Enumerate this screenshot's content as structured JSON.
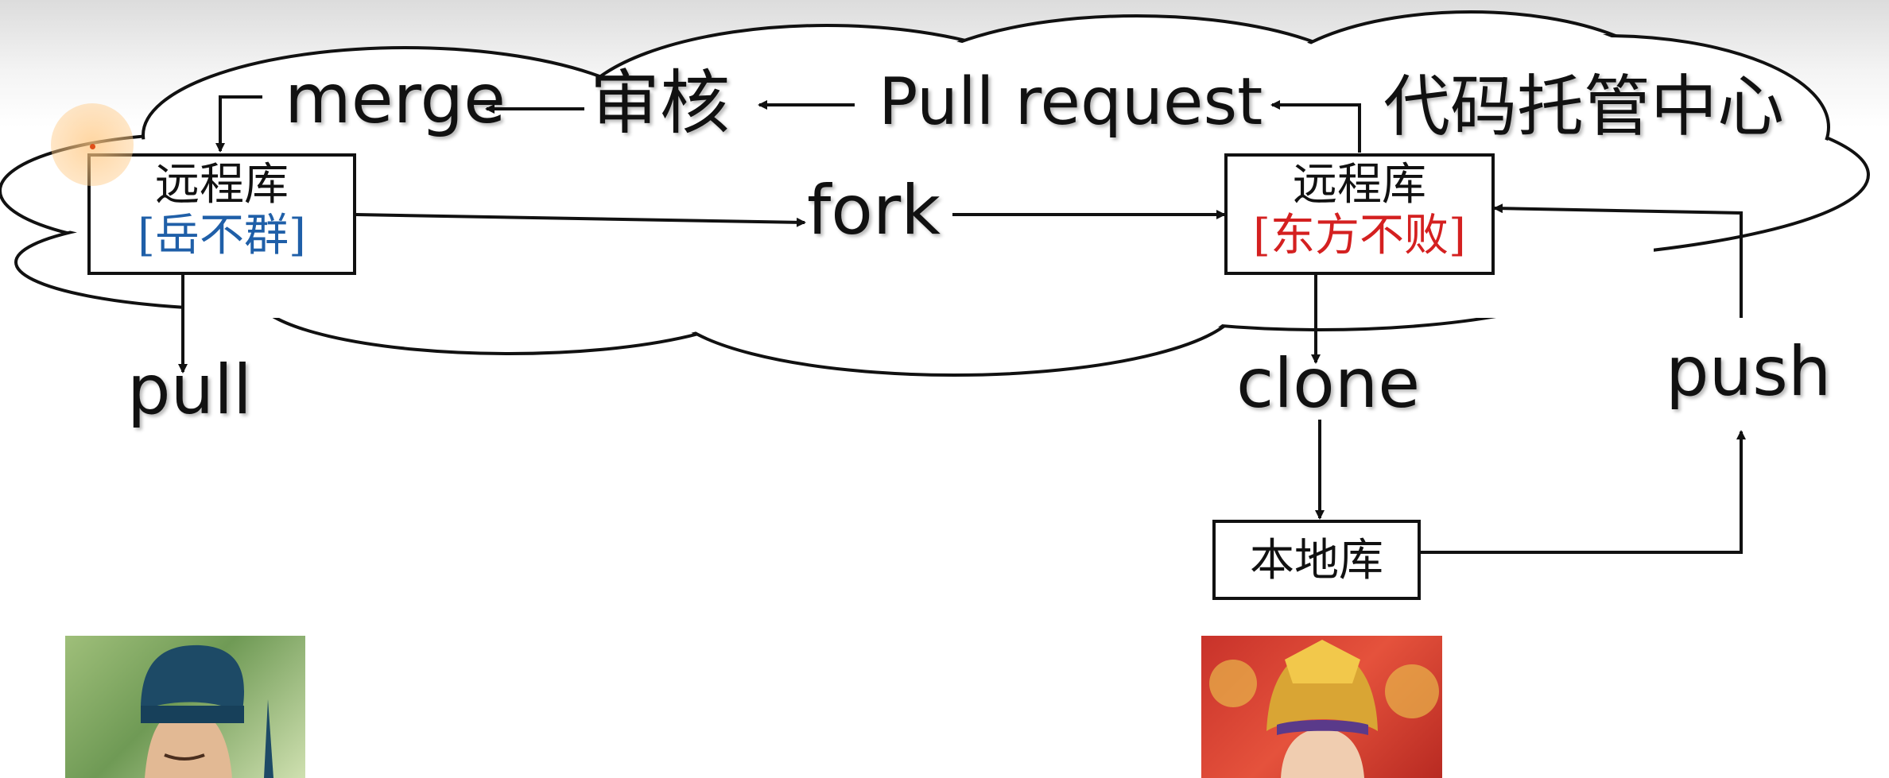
{
  "cloud_label": "代码托管中心",
  "actions": {
    "merge": "merge",
    "review": "审核",
    "pull_request": "Pull request",
    "fork": "fork",
    "pull": "pull",
    "clone": "clone",
    "push": "push"
  },
  "left_repo": {
    "title": "远程库",
    "owner": "[岳不群]",
    "owner_color": "#1f5fa8"
  },
  "right_repo": {
    "title": "远程库",
    "owner": "[东方不败]",
    "owner_color": "#d42020"
  },
  "local_repo": {
    "title": "本地库"
  },
  "photos": {
    "left": "portrait-blue-hat",
    "right": "portrait-gold-crown"
  }
}
